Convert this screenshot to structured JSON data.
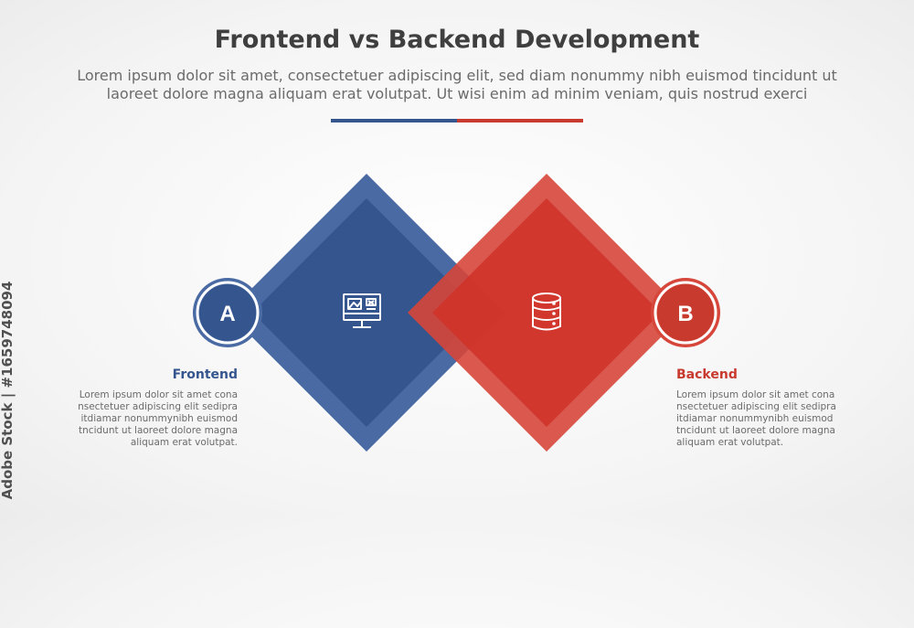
{
  "header": {
    "title": "Frontend vs Backend Development",
    "subtitle_line1": "Lorem ipsum dolor sit amet, consectetuer adipiscing elit, sed diam nonummy nibh euismod tincidunt ut",
    "subtitle_line2": "laoreet dolore magna aliquam erat volutpat. Ut wisi enim ad minim veniam, quis nostrud exerci"
  },
  "colors": {
    "blue": "#34558e",
    "red": "#c83a2e"
  },
  "left": {
    "badge": "A",
    "icon": "monitor-icon",
    "title": "Frontend",
    "description": "Lorem ipsum dolor sit amet cona nsectetuer adipiscing elit sedipra itdiamar nonummynibh euismod tncidunt ut laoreet dolore magna aliquam erat volutpat."
  },
  "right": {
    "badge": "B",
    "icon": "database-icon",
    "title": "Backend",
    "description": "Lorem ipsum dolor sit amet cona nsectetuer adipiscing elit sedipra itdiamar nonummynibh euismod tncidunt ut laoreet dolore magna aliquam erat volutpat."
  },
  "watermark": "Adobe Stock | #1659748094"
}
